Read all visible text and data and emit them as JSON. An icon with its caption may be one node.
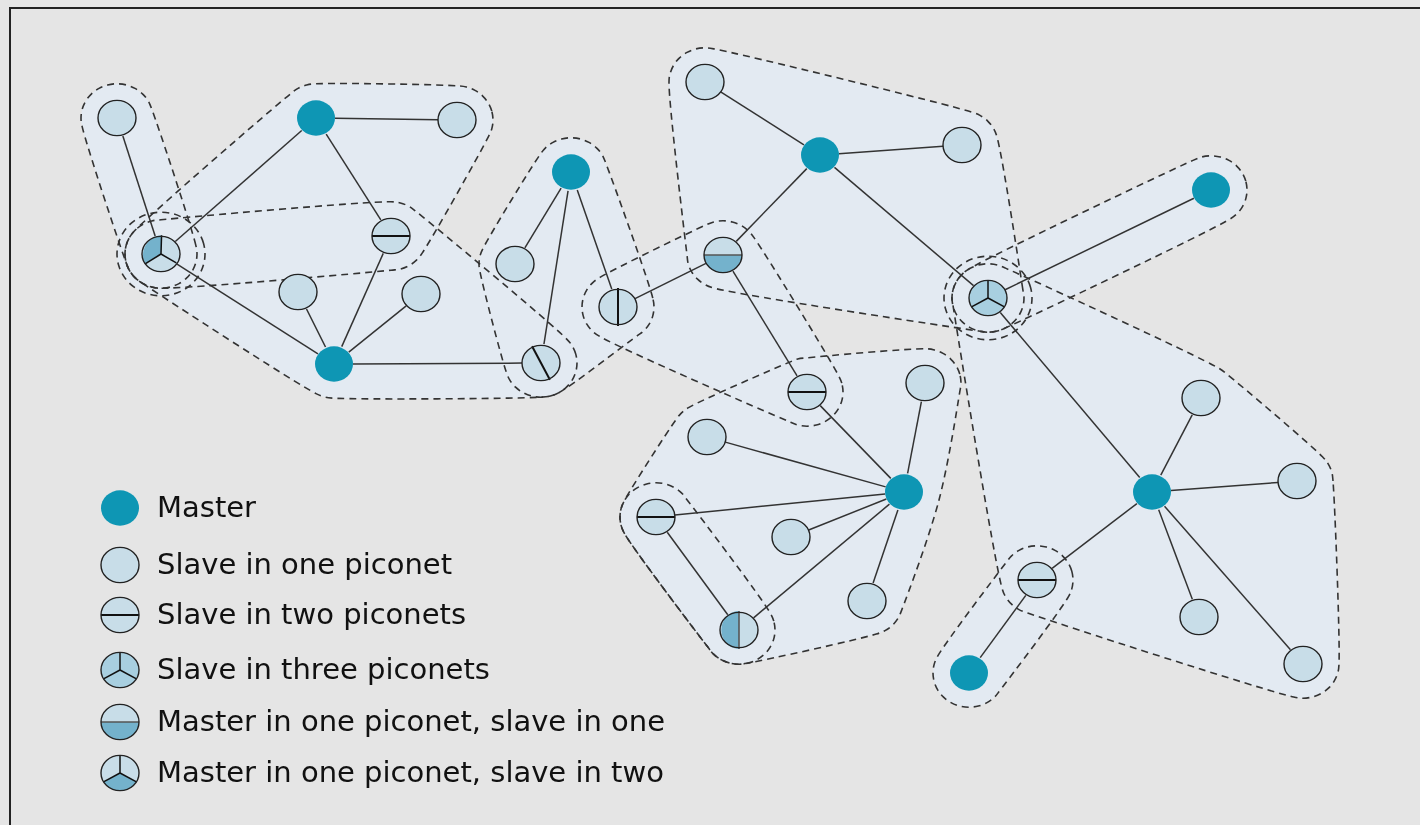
{
  "diagram": {
    "nodes": [
      {
        "text": [],
        "shape": "circle"
      },
      {
        "text": [],
        "shape": "circle"
      },
      {
        "text": [],
        "shape": "circle"
      },
      {
        "text": [],
        "shape": "circle"
      },
      {
        "text": [],
        "shape": "circle"
      },
      {
        "text": [],
        "shape": "circle"
      },
      {
        "text": [],
        "shape": "circle"
      },
      {
        "text": [],
        "shape": "circle"
      },
      {
        "text": [],
        "shape": "circle"
      },
      {
        "text": [],
        "shape": "circle"
      },
      {
        "text": [],
        "shape": "circle"
      },
      {
        "text": [],
        "shape": "circle"
      },
      {
        "text": [],
        "shape": "circle"
      },
      {
        "text": [],
        "shape": "circle"
      },
      {
        "text": [],
        "shape": "circle"
      },
      {
        "text": [],
        "shape": "circle"
      },
      {
        "text": [],
        "shape": "circle"
      },
      {
        "text": [],
        "shape": "circle"
      },
      {
        "text": [],
        "shape": "circle"
      },
      {
        "text": [],
        "shape": "circle"
      },
      {
        "text": [],
        "shape": "circle"
      },
      {
        "text": [],
        "shape": "circle"
      },
      {
        "text": [],
        "shape": "circle"
      },
      {
        "text": [],
        "shape": "circle"
      },
      {
        "text": [],
        "shape": "circle"
      },
      {
        "text": [],
        "shape": "circle"
      },
      {
        "text": [],
        "shape": "circle"
      },
      {
        "text": [],
        "shape": "circle"
      },
      {
        "text": [],
        "shape": "circle"
      },
      {
        "text": [],
        "shape": "circle"
      },
      {
        "text": [],
        "shape": "circle"
      },
      {
        "text": [],
        "shape": "circle"
      },
      {
        "text": [],
        "shape": "circle"
      }
    ],
    "edges": [
      {
        "from": 0,
        "to": 3,
        "arrow": "none"
      },
      {
        "from": 1,
        "to": 3,
        "arrow": "none"
      },
      {
        "from": 1,
        "to": 2,
        "arrow": "none"
      },
      {
        "from": 1,
        "to": 4,
        "arrow": "none"
      },
      {
        "from": 3,
        "to": 7,
        "arrow": "none"
      },
      {
        "from": 4,
        "to": 7,
        "arrow": "none"
      },
      {
        "from": 5,
        "to": 7,
        "arrow": "none"
      },
      {
        "from": 6,
        "to": 7,
        "arrow": "none"
      },
      {
        "from": 7,
        "to": 10,
        "arrow": "none"
      },
      {
        "from": 8,
        "to": 9,
        "arrow": "none"
      },
      {
        "from": 8,
        "to": 10,
        "arrow": "none"
      },
      {
        "from": 8,
        "to": 11,
        "arrow": "none"
      },
      {
        "from": 11,
        "to": 15,
        "arrow": "none"
      },
      {
        "from": 12,
        "to": 13,
        "arrow": "none"
      },
      {
        "from": 13,
        "to": 14,
        "arrow": "none"
      },
      {
        "from": 13,
        "to": 15,
        "arrow": "none"
      },
      {
        "from": 13,
        "to": 16,
        "arrow": "none"
      },
      {
        "from": 15,
        "to": 18,
        "arrow": "none"
      },
      {
        "from": 16,
        "to": 17,
        "arrow": "none"
      },
      {
        "from": 16,
        "to": 27,
        "arrow": "none"
      },
      {
        "from": 18,
        "to": 21,
        "arrow": "none"
      },
      {
        "from": 19,
        "to": 21,
        "arrow": "none"
      },
      {
        "from": 20,
        "to": 21,
        "arrow": "none"
      },
      {
        "from": 22,
        "to": 21,
        "arrow": "none"
      },
      {
        "from": 23,
        "to": 21,
        "arrow": "none"
      },
      {
        "from": 24,
        "to": 21,
        "arrow": "none"
      },
      {
        "from": 25,
        "to": 21,
        "arrow": "none"
      },
      {
        "from": 22,
        "to": 24,
        "arrow": "none"
      },
      {
        "from": 27,
        "to": 26,
        "arrow": "none"
      },
      {
        "from": 27,
        "to": 28,
        "arrow": "none"
      },
      {
        "from": 27,
        "to": 30,
        "arrow": "none"
      },
      {
        "from": 27,
        "to": 32,
        "arrow": "none"
      },
      {
        "from": 27,
        "to": 29,
        "arrow": "none"
      },
      {
        "from": 29,
        "to": 31,
        "arrow": "none"
      }
    ],
    "legend": [
      {
        "text": "Master"
      },
      {
        "text": "Slave in one piconet"
      },
      {
        "text": "Slave in two piconets"
      },
      {
        "text": "Slave in three piconets"
      },
      {
        "text": "Master in one piconet, slave in one"
      },
      {
        "text": "Master in one piconet, slave in two"
      }
    ]
  }
}
